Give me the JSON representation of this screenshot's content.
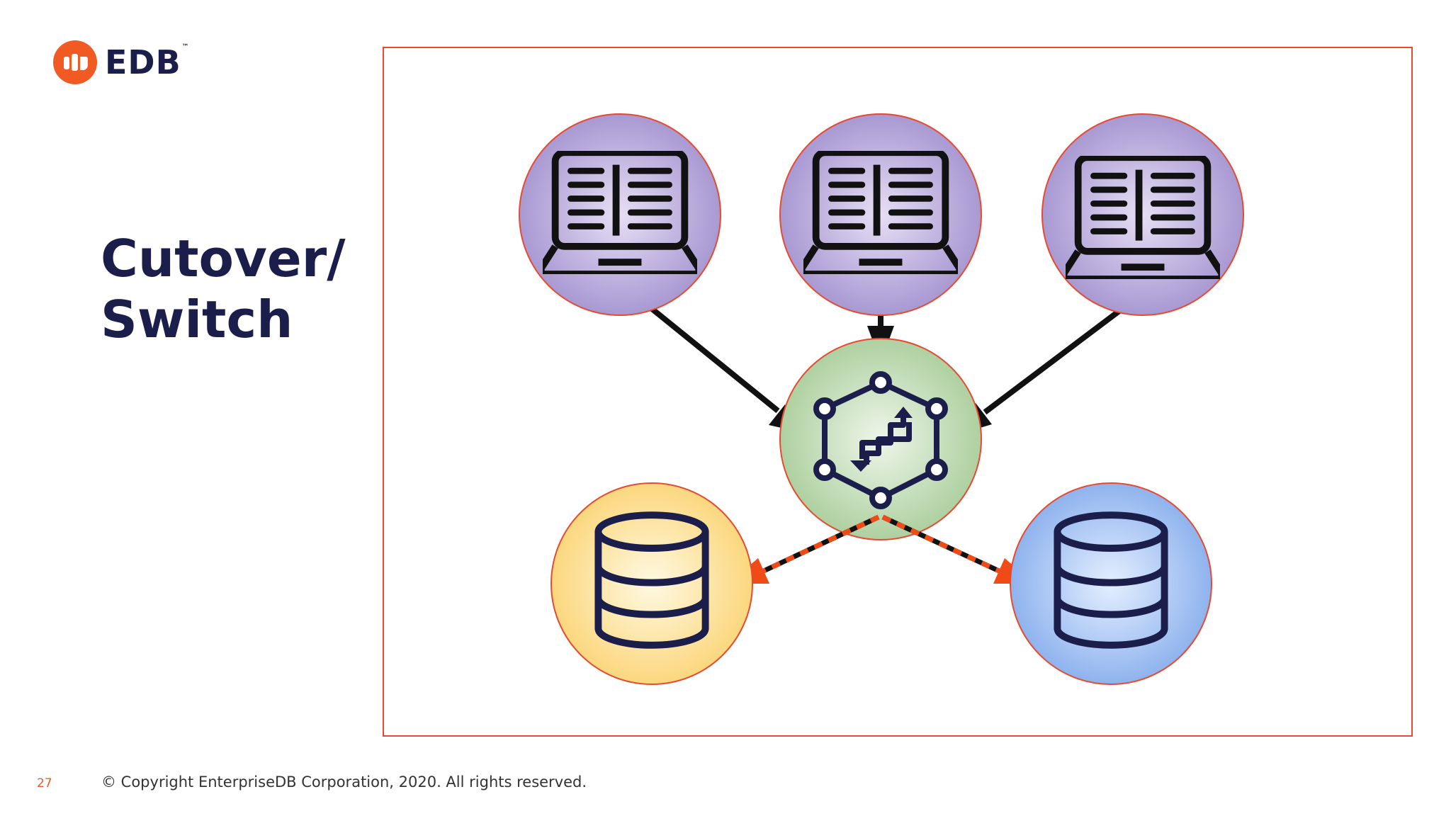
{
  "header": {
    "logo_text": "EDB",
    "logo_tm": "™"
  },
  "slide": {
    "title_line1": "Cutover/",
    "title_line2": "Switch"
  },
  "footer": {
    "page_number": "27",
    "copyright": "© Copyright EnterpriseDB Corporation, 2020. All rights reserved."
  },
  "diagram": {
    "nodes": [
      {
        "name": "client-laptop-1",
        "icon": "laptop-icon",
        "color": "#b3a4d6"
      },
      {
        "name": "client-laptop-2",
        "icon": "laptop-icon",
        "color": "#b3a4d6"
      },
      {
        "name": "client-laptop-3",
        "icon": "laptop-icon",
        "color": "#b3a4d6"
      },
      {
        "name": "router-hub",
        "icon": "network-switch-icon",
        "color": "#bcd9b0"
      },
      {
        "name": "database-source",
        "icon": "database-icon",
        "color": "#fcdc8c"
      },
      {
        "name": "database-target",
        "icon": "database-icon",
        "color": "#9bbcf0"
      }
    ],
    "edges": [
      {
        "from": "client-laptop-1",
        "to": "router-hub",
        "style": "solid"
      },
      {
        "from": "client-laptop-2",
        "to": "router-hub",
        "style": "solid"
      },
      {
        "from": "client-laptop-3",
        "to": "router-hub",
        "style": "solid"
      },
      {
        "from": "router-hub",
        "to": "database-source",
        "style": "dashed"
      },
      {
        "from": "router-hub",
        "to": "database-target",
        "style": "dashed"
      }
    ],
    "colors": {
      "accent": "#e8492f",
      "arrow_dash": "#f04a17",
      "ink": "#111111",
      "icon_dark": "#1b1e4a"
    }
  }
}
